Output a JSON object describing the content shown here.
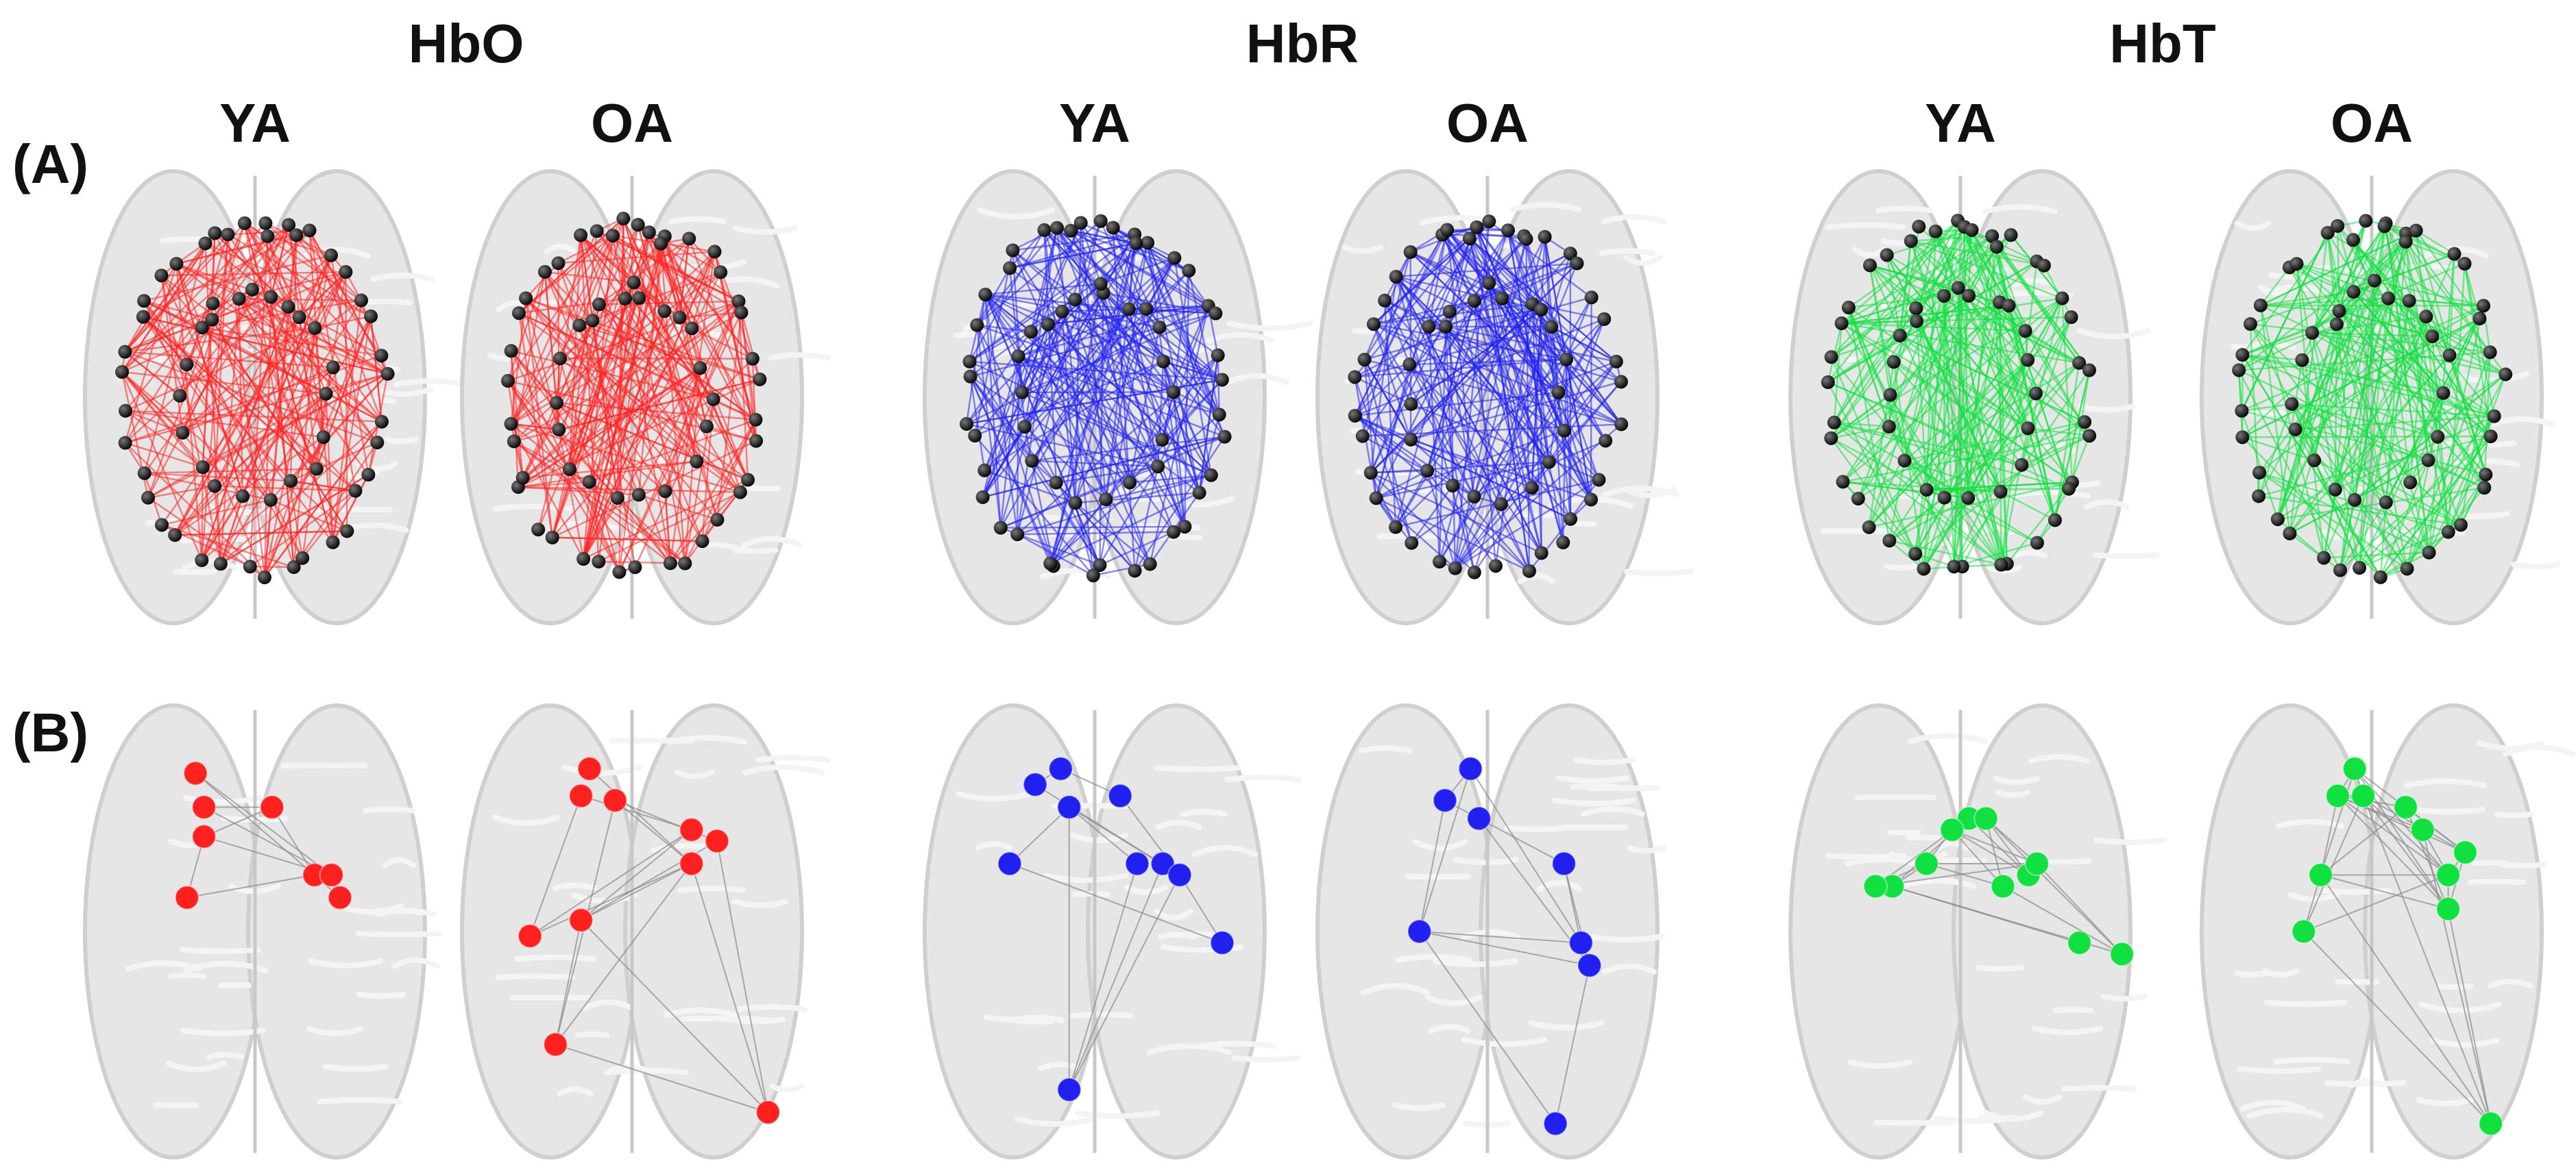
{
  "chromophores": [
    "HbO",
    "HbR",
    "HbT"
  ],
  "groups": [
    "YA",
    "OA"
  ],
  "row_labels": [
    "(A)",
    "(B)"
  ],
  "colors": {
    "HbO": "#ff2020",
    "HbR": "#2020f0",
    "HbT": "#10e040",
    "node_dark": "#111111",
    "brain": "#d9d9d9"
  }
}
